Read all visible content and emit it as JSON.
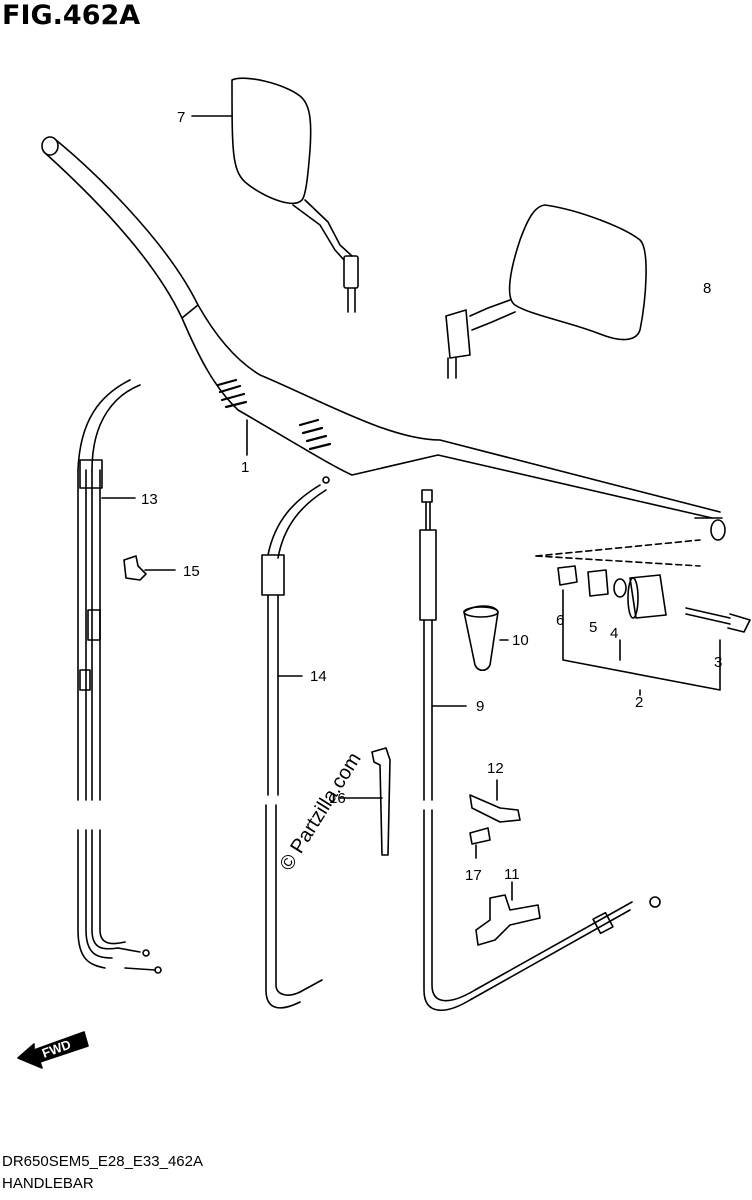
{
  "figure": {
    "title": "FIG.462A",
    "code": "DR650SEM5_E28_E33_462A",
    "section": "HANDLEBAR"
  },
  "watermark": "© Partzilla.com",
  "direction_badge": "FWD",
  "callouts": [
    "1",
    "2",
    "3",
    "4",
    "5",
    "6",
    "7",
    "8",
    "9",
    "10",
    "11",
    "12",
    "13",
    "14",
    "15",
    "16",
    "17"
  ]
}
